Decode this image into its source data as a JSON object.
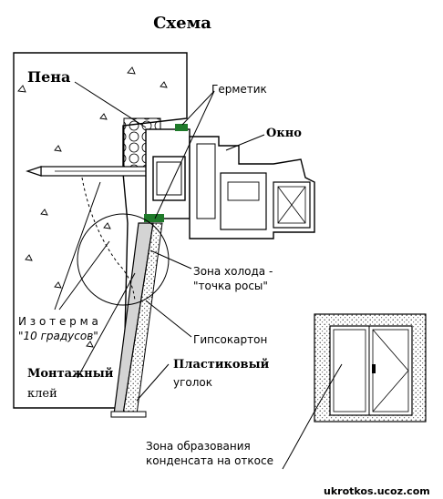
{
  "title": "Схема",
  "labels": {
    "foam": "Пена",
    "sealant": "Герметик",
    "window": "Окно",
    "cold_zone_line1": "Зона холода -",
    "cold_zone_line2": "\"точка росы\"",
    "isotherm_line1": "И з о т е р м а",
    "isotherm_line2": "\"10 градусов\"",
    "drywall": "Гипсокартон",
    "mounting_glue_line1": "Монтажный",
    "mounting_glue_line2": "клей",
    "plastic_corner_line1": "Пластиковый",
    "plastic_corner_line2": "уголок",
    "condensate_line1": "Зона образования",
    "condensate_line2": "конденсата на откосе"
  },
  "watermark": "ukrotkos.ucoz.com",
  "colors": {
    "sealant_green": "#1f7a2a",
    "line": "#000000",
    "drywall_fill": "#d4d4d4",
    "glue_fill": "#ffffff"
  }
}
